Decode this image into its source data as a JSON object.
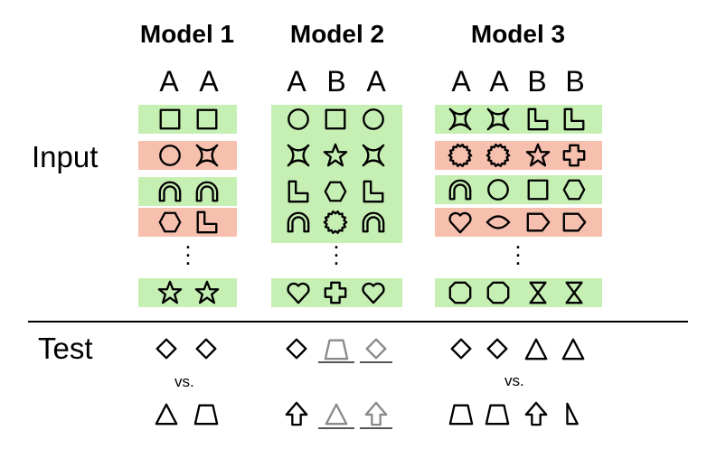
{
  "models": [
    {
      "title": "Model 1",
      "letters": [
        "A",
        "A"
      ]
    },
    {
      "title": "Model 2",
      "letters": [
        "A",
        "B",
        "A"
      ]
    },
    {
      "title": "Model 3",
      "letters": [
        "A",
        "A",
        "B",
        "B"
      ]
    }
  ],
  "labels": {
    "input": "Input",
    "test": "Test",
    "vs": "vs."
  },
  "row_colors": {
    "green": "#c6efb4",
    "red": "#f6bfae"
  },
  "input_rows": {
    "model1": [
      {
        "bg": "green",
        "shapes": [
          "square",
          "square"
        ]
      },
      {
        "bg": "red",
        "shapes": [
          "circle",
          "astroid"
        ]
      },
      {
        "bg": "green",
        "shapes": [
          "arch",
          "arch"
        ]
      },
      {
        "bg": "red",
        "shapes": [
          "hexagon",
          "l-shape"
        ]
      },
      {
        "bg": "green",
        "shapes": [
          "star",
          "star"
        ]
      }
    ],
    "model2": [
      {
        "bg": "green",
        "shapes": [
          "circle",
          "square",
          "circle",
          "astroid",
          "star",
          "astroid",
          "l-shape",
          "hexagon",
          "l-shape",
          "arch",
          "gear",
          "arch"
        ]
      },
      {
        "bg": "green",
        "shapes": [
          "heart",
          "cross",
          "heart"
        ]
      }
    ],
    "model3": [
      {
        "bg": "green",
        "shapes": [
          "astroid",
          "astroid",
          "l-shape",
          "l-shape"
        ]
      },
      {
        "bg": "red",
        "shapes": [
          "gear",
          "gear",
          "star",
          "cross"
        ]
      },
      {
        "bg": "green",
        "shapes": [
          "arch",
          "circle",
          "square",
          "hexagon"
        ]
      },
      {
        "bg": "red",
        "shapes": [
          "heart",
          "lens",
          "pentagon-arrow",
          "pentagon-arrow"
        ]
      },
      {
        "bg": "green",
        "shapes": [
          "octagon",
          "octagon",
          "hourglass",
          "hourglass"
        ]
      }
    ]
  },
  "test": {
    "model1": {
      "top": [
        "diamond",
        "diamond"
      ],
      "bottom": [
        "triangle",
        "trapezoid"
      ]
    },
    "model2": {
      "top": [
        "diamond",
        "trapezoid (gray, underlined)",
        "diamond (gray, underlined)"
      ],
      "bottom": [
        "arrow-up",
        "triangle (gray, underlined)",
        "arrow-up (gray, underlined)"
      ]
    },
    "model3": {
      "top": [
        "diamond",
        "diamond",
        "triangle",
        "triangle"
      ],
      "bottom": [
        "trapezoid",
        "trapezoid",
        "arrow-up",
        "right-triangle"
      ]
    }
  }
}
